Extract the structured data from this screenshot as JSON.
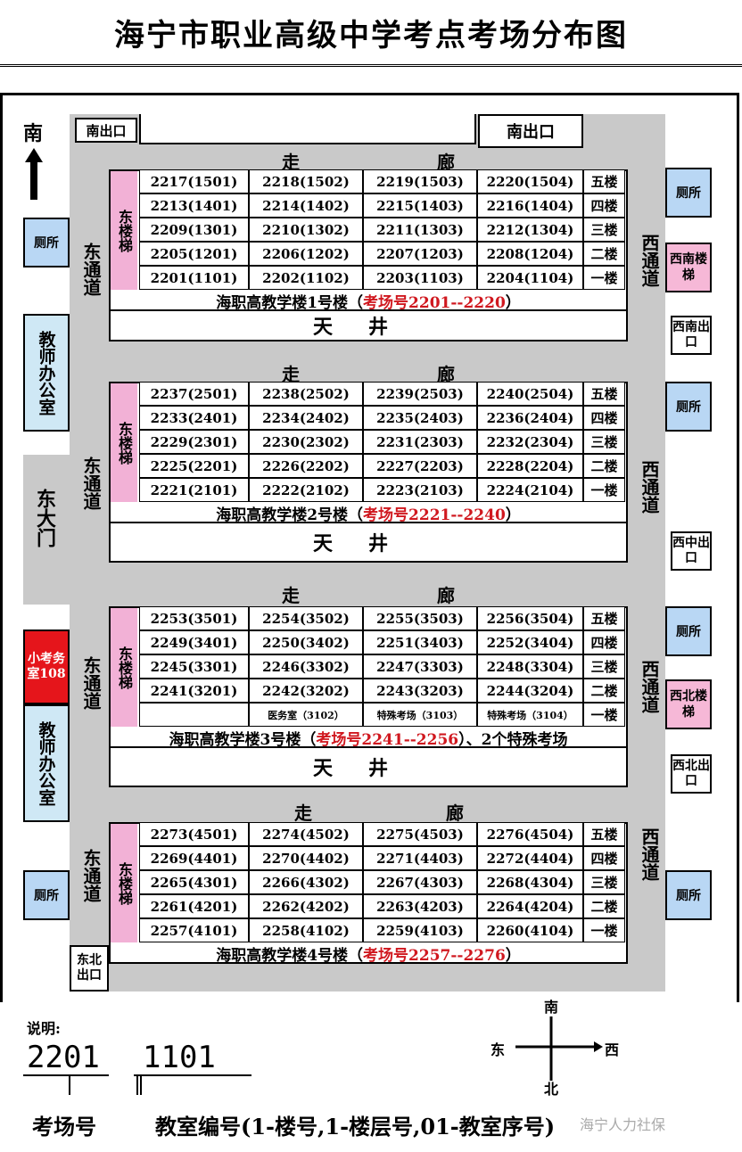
{
  "title": "海宁市职业高级中学考点考场分布图",
  "compass_arrow_label": "南",
  "exits": {
    "south_small": "南出口",
    "south_large": "南出口",
    "southwest": "西南出口",
    "west_middle": "西中出口",
    "northwest": "西北出口",
    "northeast": "东北出口"
  },
  "labels": {
    "toilet": "厕所",
    "east_stairs": "东楼梯",
    "east_road": "东通道",
    "west_road": "西通道",
    "corridor_a": "走",
    "corridor_b": "廊",
    "courtyard": "天井",
    "east_gate": "东大门",
    "teacher_office": "教师办公室",
    "sw_stairs": "西南楼梯",
    "nw_stairs": "西北楼梯",
    "exam_office": "小考务室108"
  },
  "buildings": [
    {
      "name_prefix": "海职高教学楼1号楼（",
      "name_highlight": "考场号2201--2220",
      "name_suffix": "）",
      "rows": [
        [
          "2217(1501)",
          "2218(1502)",
          "2219(1503)",
          "2220(1504)",
          "五楼"
        ],
        [
          "2213(1401)",
          "2214(1402)",
          "2215(1403)",
          "2216(1404)",
          "四楼"
        ],
        [
          "2209(1301)",
          "2210(1302)",
          "2211(1303)",
          "2212(1304)",
          "三楼"
        ],
        [
          "2205(1201)",
          "2206(1202)",
          "2207(1203)",
          "2208(1204)",
          "二楼"
        ],
        [
          "2201(1101)",
          "2202(1102)",
          "2203(1103)",
          "2204(1104)",
          "一楼"
        ]
      ]
    },
    {
      "name_prefix": "海职高教学楼2号楼（",
      "name_highlight": "考场号2221--2240",
      "name_suffix": "）",
      "rows": [
        [
          "2237(2501)",
          "2238(2502)",
          "2239(2503)",
          "2240(2504)",
          "五楼"
        ],
        [
          "2233(2401)",
          "2234(2402)",
          "2235(2403)",
          "2236(2404)",
          "四楼"
        ],
        [
          "2229(2301)",
          "2230(2302)",
          "2231(2303)",
          "2232(2304)",
          "三楼"
        ],
        [
          "2225(2201)",
          "2226(2202)",
          "2227(2203)",
          "2228(2204)",
          "二楼"
        ],
        [
          "2221(2101)",
          "2222(2102)",
          "2223(2103)",
          "2224(2104)",
          "一楼"
        ]
      ]
    },
    {
      "name_prefix": "海职高教学楼3号楼（",
      "name_highlight": "考场号2241--2256",
      "name_suffix": "）、2个特殊考场",
      "rows": [
        [
          "2253(3501)",
          "2254(3502)",
          "2255(3503)",
          "2256(3504)",
          "五楼"
        ],
        [
          "2249(3401)",
          "2250(3402)",
          "2251(3403)",
          "2252(3404)",
          "四楼"
        ],
        [
          "2245(3301)",
          "2246(3302)",
          "2247(3303)",
          "2248(3304)",
          "三楼"
        ],
        [
          "2241(3201)",
          "2242(3202)",
          "2243(3203)",
          "2244(3204)",
          "二楼"
        ],
        [
          "",
          "医务室（3102）",
          "特殊考场（3103）",
          "特殊考场（3104）",
          "一楼"
        ]
      ]
    },
    {
      "name_prefix": "海职高教学楼4号楼（",
      "name_highlight": "考场号2257--2276",
      "name_suffix": "）",
      "rows": [
        [
          "2273(4501)",
          "2274(4502)",
          "2275(4503)",
          "2276(4504)",
          "五楼"
        ],
        [
          "2269(4401)",
          "2270(4402)",
          "2271(4403)",
          "2272(4404)",
          "四楼"
        ],
        [
          "2265(4301)",
          "2266(4302)",
          "2267(4303)",
          "2268(4304)",
          "三楼"
        ],
        [
          "2261(4201)",
          "2262(4202)",
          "2263(4203)",
          "2264(4204)",
          "二楼"
        ],
        [
          "2257(4101)",
          "2258(4102)",
          "2259(4103)",
          "2260(4104)",
          "一楼"
        ]
      ]
    }
  ],
  "legend": {
    "heading": "说明:",
    "example_room": "2201",
    "example_class": "1101",
    "caption_room": "考场号",
    "caption_class": "教室编号(1-楼号,1-楼层号,01-教室序号)"
  },
  "compass": {
    "north": "北",
    "south": "南",
    "east": "东",
    "west": "西"
  },
  "watermark": "海宁人力社保"
}
